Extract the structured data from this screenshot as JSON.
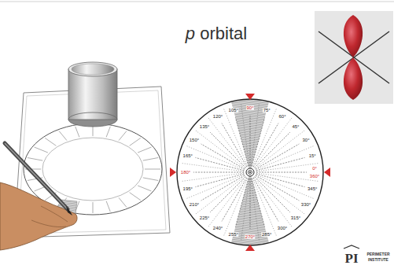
{
  "diagram": {
    "title": "p orbital",
    "labels": [
      "105°",
      "90°",
      "75°",
      "120°",
      "60°",
      "135°",
      "45°",
      "150°",
      "30°",
      "165°",
      "15°",
      "180°",
      "0°",
      "360°",
      "195°",
      "345°",
      "210°",
      "330°",
      "225°",
      "315°",
      "240°",
      "300°",
      "255°",
      "270°",
      "285°",
      "PI",
      "PERIMETER",
      "INSTITUTE"
    ]
  }
}
